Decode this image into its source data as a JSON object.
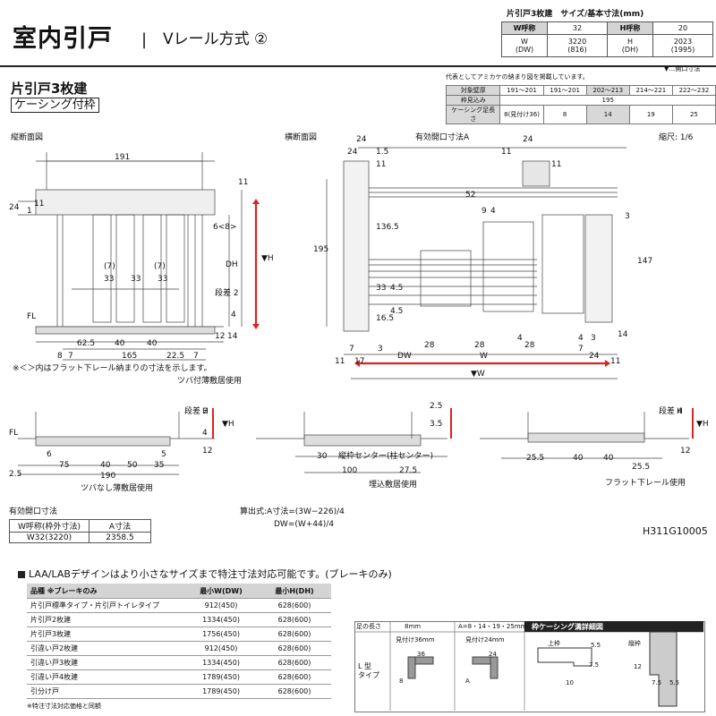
{
  "header": {
    "title": "室内引戸",
    "separator": "|",
    "subtitle": "Vレール方式 ②"
  },
  "size": {
    "caption": "片引戸3枚建　サイズ/基本寸法(mm)",
    "w_label": "W呼称",
    "w_value": "32",
    "h_label": "H呼称",
    "h_value": "20",
    "w_sub_label": "W\n(DW)",
    "w_sub_value": "3220\n(816)",
    "h_sub_label": "H\n(DH)",
    "h_sub_value": "2023\n(1995)"
  },
  "block": {
    "title": "片引戸3枚建",
    "subtitle": "ケーシング付枠"
  },
  "frame_note": "代表としてアミカケの納まり図を掲載しています。",
  "dim_note": "▼…開口寸法",
  "frame_table": {
    "rows": [
      [
        "対象壁厚",
        "191〜201",
        "191〜201",
        "202〜213",
        "214〜221",
        "222〜232"
      ],
      [
        "枠見込み",
        "195"
      ],
      [
        "ケーシング足長さ",
        "8(見付け36)",
        "8",
        "14",
        "19",
        "25"
      ]
    ]
  },
  "views": {
    "vertical": "縦断面図",
    "horizontal": "横断面図",
    "scale": "縮尺: 1/6",
    "eff_opening": "有効開口寸法A"
  },
  "vdims": {
    "d191": "191",
    "d24": "24",
    "d11a": "11",
    "d11b": "11",
    "d1": "1",
    "d7a": "(7)",
    "d7b": "(7)",
    "d33a": "33",
    "d33b": "33",
    "d33c": "33",
    "d68": "6<8>",
    "dh": "DH",
    "h": "▼H",
    "step": "段差 2",
    "d4": "4",
    "fl": "FL",
    "d12": "12",
    "d14": "14",
    "d625": "62.5",
    "d40a": "40",
    "d40b": "40",
    "d8": "8",
    "d7c": "7",
    "d165": "165",
    "d225": "22.5",
    "d7d": "7",
    "note": "※＜＞内はフラット下レール納まりの寸法を示します。",
    "caption": "ツバ付薄敷居使用"
  },
  "hdims": {
    "d24a": "24",
    "d24b": "24",
    "d24c": "24",
    "d15": "1.5",
    "d11a": "11",
    "d11b": "11",
    "d11c": "11",
    "d195": "195",
    "d1365": "136.5",
    "d52": "52",
    "d9": "9",
    "d4": "4",
    "d3": "3",
    "d147": "147",
    "d33": "33",
    "d45a": "4.5",
    "d45b": "4.5",
    "d165": "16.5",
    "d7a": "7",
    "d3b": "3",
    "d28a": "28",
    "d28b": "28",
    "d4b": "4",
    "d28c": "28",
    "d4c": "4",
    "d3c": "3",
    "d7b": "7",
    "d14": "14",
    "d11d": "11",
    "d17": "17",
    "d24d": "24",
    "dw": "DW",
    "w": "W",
    "d11e": "11",
    "vw": "▼W"
  },
  "small_a": {
    "step": "段差 2",
    "h": "H",
    "vh": "▼H",
    "fl": "FL",
    "d6": "6",
    "d4": "4",
    "d12": "12",
    "d75": "75",
    "d40": "40",
    "d50": "50",
    "d35": "35",
    "d5": "5",
    "d25": "2.5",
    "d190": "190",
    "caption": "ツバなし薄敷居使用"
  },
  "small_b": {
    "d25": "2.5",
    "d35": "3.5",
    "d30": "30",
    "center": "縦枠センター(柱センター)",
    "d100": "100",
    "d275": "27.5",
    "caption": "埋込敷居使用"
  },
  "small_c": {
    "step": "段差 4",
    "h": "H",
    "vh": "▼H",
    "d12": "12",
    "d255a": "25.5",
    "d40a": "40",
    "d40b": "40",
    "d255b": "25.5",
    "caption": "フラット下レール使用"
  },
  "effective": {
    "caption": "有効開口寸法",
    "col1": "W呼称(枠外寸法)",
    "col2": "A寸法",
    "v1": "W32(3220)",
    "v2": "2358.5"
  },
  "formula": {
    "line1": "算出式:A寸法=(3W−226)/4",
    "line2": "DW=(W+44)/4"
  },
  "code": "H311G10005",
  "laa": {
    "text": "LAA/LABデザインはより小さなサイズまで特注寸法対応可能です。(ブレーキのみ)",
    "headers": [
      "品種 ※ブレーキのみ",
      "最小W(DW)",
      "最小H(DH)"
    ],
    "rows": [
      [
        "片引戸標準タイプ・片引戸トイレタイプ",
        "912(450)",
        "628(600)"
      ],
      [
        "片引戸2枚建",
        "1334(450)",
        "628(600)"
      ],
      [
        "片引戸3枚建",
        "1756(450)",
        "628(600)"
      ],
      [
        "引違い戸2枚建",
        "912(450)",
        "628(600)"
      ],
      [
        "引違い戸3枚建",
        "1334(450)",
        "628(600)"
      ],
      [
        "引違い戸4枚建",
        "1789(450)",
        "628(600)"
      ],
      [
        "引分け戸",
        "1789(450)",
        "628(600)"
      ]
    ],
    "note": "※特注寸法対応価格と同額"
  },
  "legend": {
    "leg_len": "足の長さ",
    "c8": "8mm",
    "cA": "A=8・14・19・25mm",
    "casing": "枠ケーシング溝詳細図",
    "mitsuke36": "見付け36mm",
    "mitsuke24": "見付け24mm",
    "ltype": "L 型\nタイプ",
    "d36": "36",
    "d8": "8",
    "d24": "24",
    "dA": "A",
    "upper": "上枠",
    "vert": "縦枠",
    "d55a": "5.5",
    "d75a": "7.5",
    "d10": "10",
    "d12": "12",
    "d75b": "7.5",
    "d55b": "5.5"
  }
}
